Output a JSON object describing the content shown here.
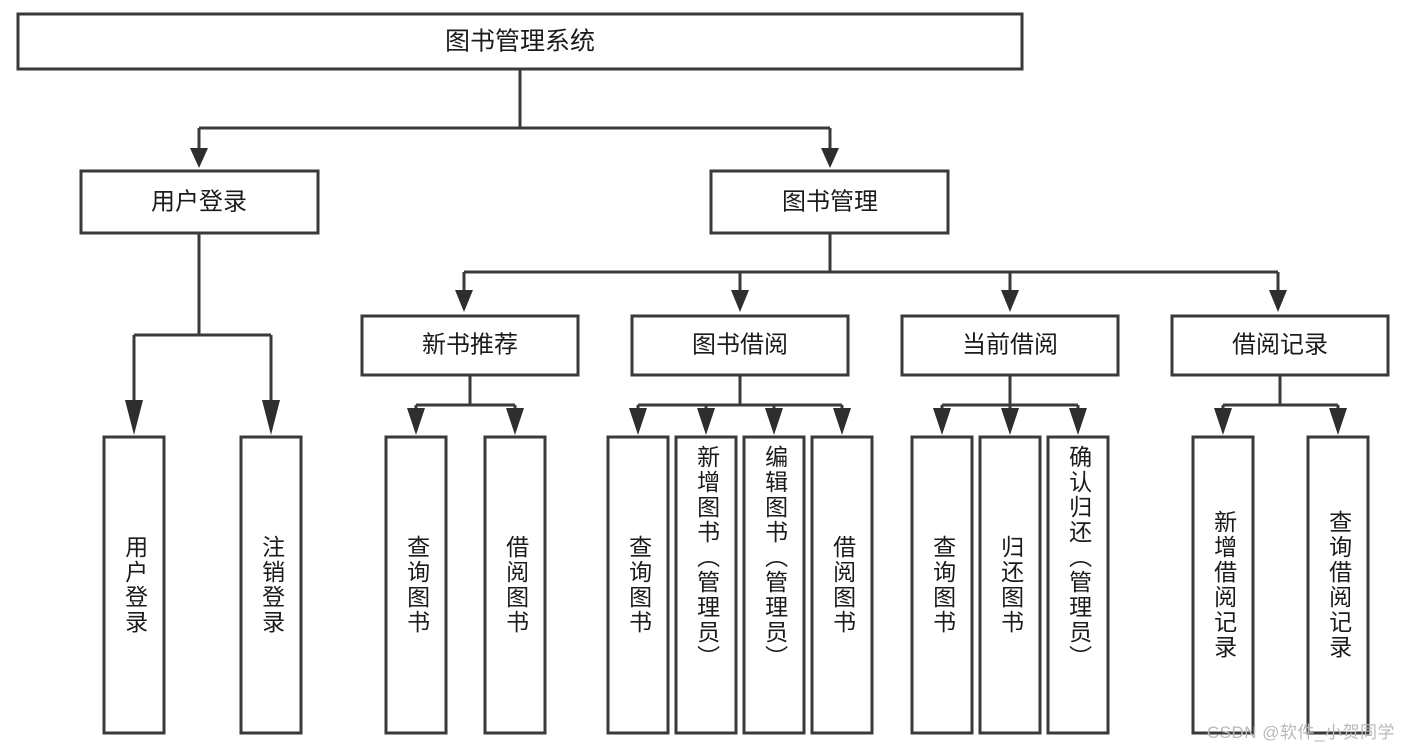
{
  "diagram": {
    "title": "图书管理系统",
    "watermark": "CSDN @软件_小贺同学",
    "type": "tree-hierarchy-diagram",
    "colors": {
      "box_stroke": "#3a3a3a",
      "connector": "#3a3a3a",
      "text": "#1b1b1b",
      "background": "#ffffff",
      "watermark": "#b9b9b9"
    },
    "root": {
      "label": "图书管理系统"
    },
    "level2": [
      {
        "label": "用户登录"
      },
      {
        "label": "图书管理"
      }
    ],
    "level3": [
      {
        "label": "新书推荐"
      },
      {
        "label": "图书借阅"
      },
      {
        "label": "当前借阅"
      },
      {
        "label": "借阅记录"
      }
    ],
    "leaves": {
      "user_login": [
        {
          "label": "用户登录"
        },
        {
          "label": "注销登录"
        }
      ],
      "new_book_recommend": [
        {
          "label": "查询图书"
        },
        {
          "label": "借阅图书"
        }
      ],
      "book_borrow": [
        {
          "label": "查询图书"
        },
        {
          "label": "新增图书（管理员）"
        },
        {
          "label": "编辑图书（管理员）"
        },
        {
          "label": "借阅图书"
        }
      ],
      "current_borrow": [
        {
          "label": "查询图书"
        },
        {
          "label": "归还图书"
        },
        {
          "label": "确认归还（管理员）"
        }
      ],
      "borrow_record": [
        {
          "label": "新增借阅记录"
        },
        {
          "label": "查询借阅记录"
        }
      ]
    }
  }
}
